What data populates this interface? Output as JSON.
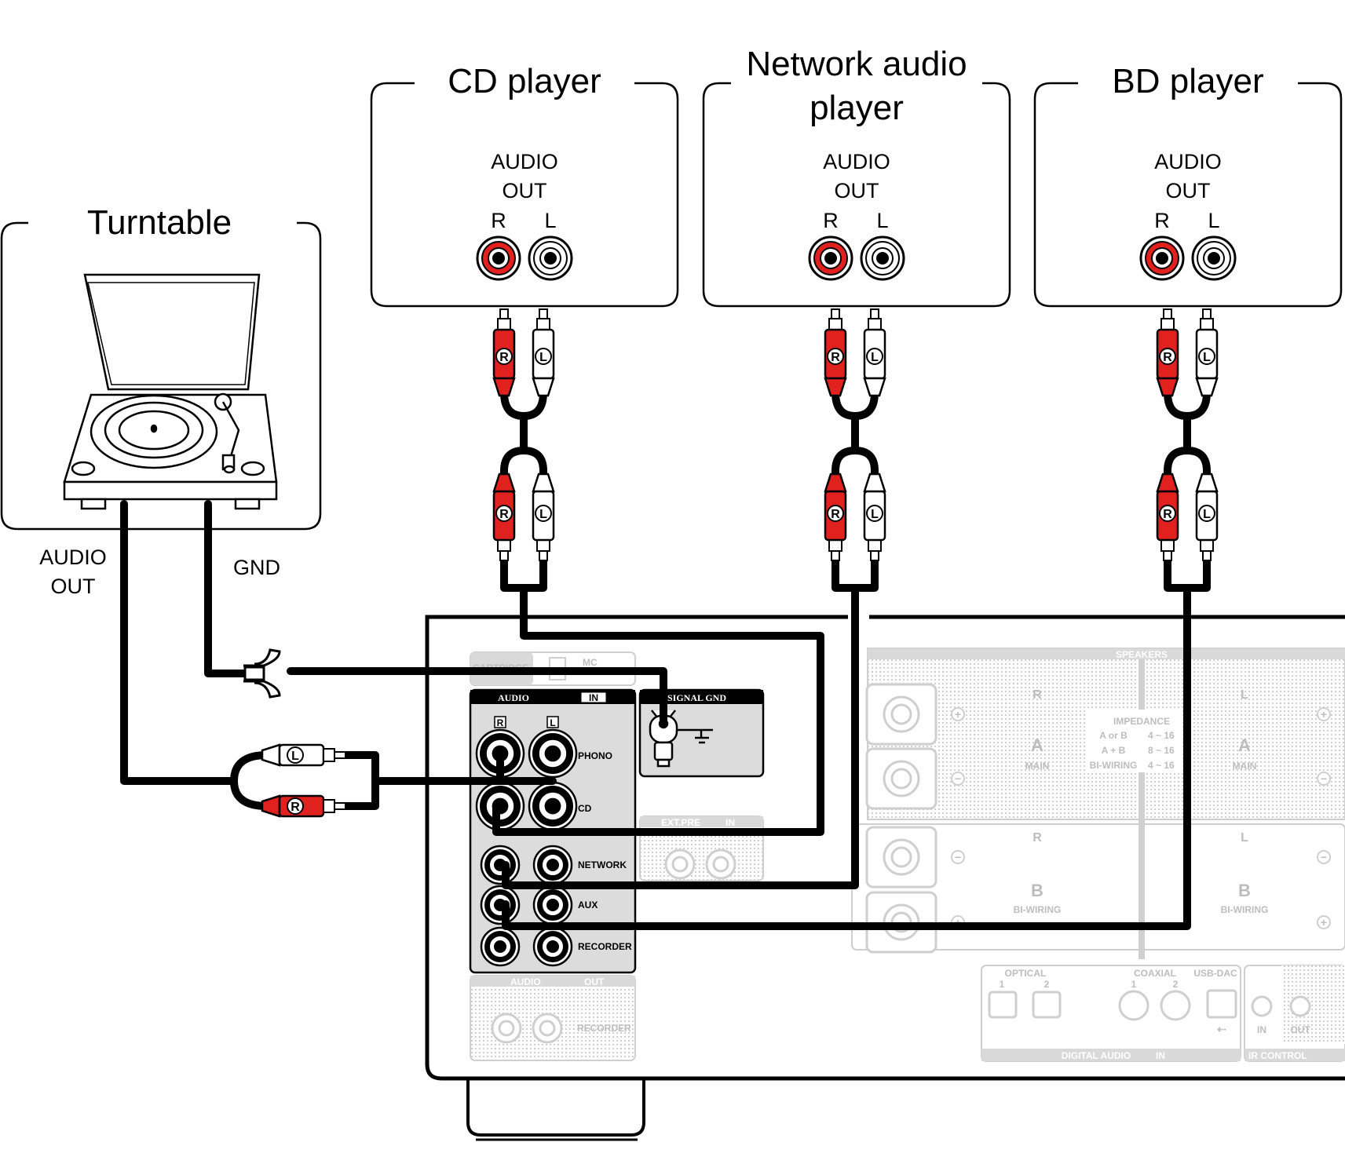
{
  "colors": {
    "red": "#e0211d",
    "black": "#000000",
    "faded": "#c8c8c8",
    "panel_fill": "#dcdcdc"
  },
  "turntable": {
    "title": "Turntable",
    "audio_out": [
      "AUDIO",
      "OUT"
    ],
    "gnd": "GND"
  },
  "sources": [
    {
      "title": [
        "CD player"
      ],
      "jack_label": [
        "AUDIO",
        "OUT"
      ],
      "r": "R",
      "l": "L"
    },
    {
      "title": [
        "Network audio",
        "player"
      ],
      "jack_label": [
        "AUDIO",
        "OUT"
      ],
      "r": "R",
      "l": "L"
    },
    {
      "title": [
        "BD player"
      ],
      "jack_label": [
        "AUDIO",
        "OUT"
      ],
      "r": "R",
      "l": "L"
    }
  ],
  "plug_letters": {
    "r": "R",
    "l": "L"
  },
  "receiver": {
    "audio_in_header": "AUDIO",
    "audio_in_badge": "IN",
    "r_badge": "R",
    "l_badge": "L",
    "inputs": [
      "PHONO",
      "CD",
      "NETWORK",
      "AUX",
      "RECORDER"
    ],
    "signal_gnd": "SIGNAL GND",
    "cartridge": "CARTRIDGE",
    "mc": "MC",
    "ext_pre": "EXT.PRE",
    "ext_pre_badge": "IN",
    "audio_out_header": "AUDIO",
    "audio_out_badge": "OUT",
    "recorder_out": "RECORDER",
    "speakers": "SPEAKERS",
    "impedance": "IMPEDANCE",
    "impedance_rows": [
      [
        "A or B",
        "4 ~ 16"
      ],
      [
        "A + B",
        "8 ~ 16"
      ],
      [
        "BI-WIRING",
        "4 ~ 16"
      ]
    ],
    "main": "MAIN",
    "bi_wiring": "BI-WIRING",
    "speaker_a": "A",
    "speaker_b": "B",
    "optical": "OPTICAL",
    "coaxial": "COAXIAL",
    "usb_dac": "USB-DAC",
    "digital_audio": "DIGITAL AUDIO",
    "digital_in_badge": "IN",
    "ir_control": "IR CONTROL",
    "ir_in": "IN",
    "ir_out": "OUT",
    "num_1": "1",
    "num_2": "2"
  }
}
